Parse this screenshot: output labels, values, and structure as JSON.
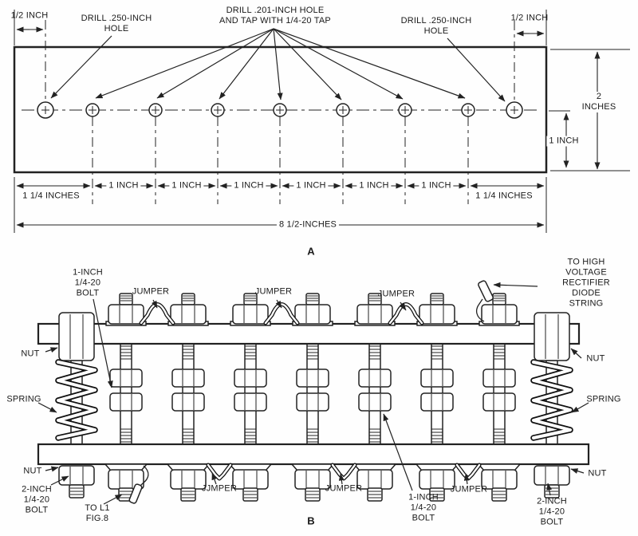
{
  "part_a": {
    "section_label": "A",
    "callout_drill_250_left": "DRILL .250-INCH\nHOLE",
    "callout_drill_201": "DRILL .201-INCH HOLE\nAND TAP WITH 1/4-20 TAP",
    "callout_drill_250_right": "DRILL .250-INCH\nHOLE",
    "dim_half_inch_left": "1/2 INCH",
    "dim_half_inch_right": "1/2 INCH",
    "dim_two_inches": "2 INCHES",
    "dim_one_inch_vertical": "1 INCH",
    "dim_1_25_left": "1 1/4 INCHES",
    "dim_one_inch": "1 INCH",
    "dim_1_25_right": "1 1/4 INCHES",
    "dim_overall": "8 1/2-INCHES"
  },
  "part_b": {
    "section_label": "B",
    "callout_bolt_1in_top": "1-INCH\n1/4-20\nBOLT",
    "callout_jumper": "JUMPER",
    "callout_jumper_variant": "JJMPER",
    "callout_diode_string": "TO HIGH\nVOLTAGE RECTIFIER\nDIODE STRING",
    "callout_nut": "NUT",
    "callout_spring": "SPRING",
    "callout_bolt_2in": "2-INCH\n1/4-20\nBOLT",
    "callout_to_l1": "TO L1\nFIG.8",
    "callout_bolt_1in_bottom": "1-INCH\n1/4-20\nBOLT"
  }
}
